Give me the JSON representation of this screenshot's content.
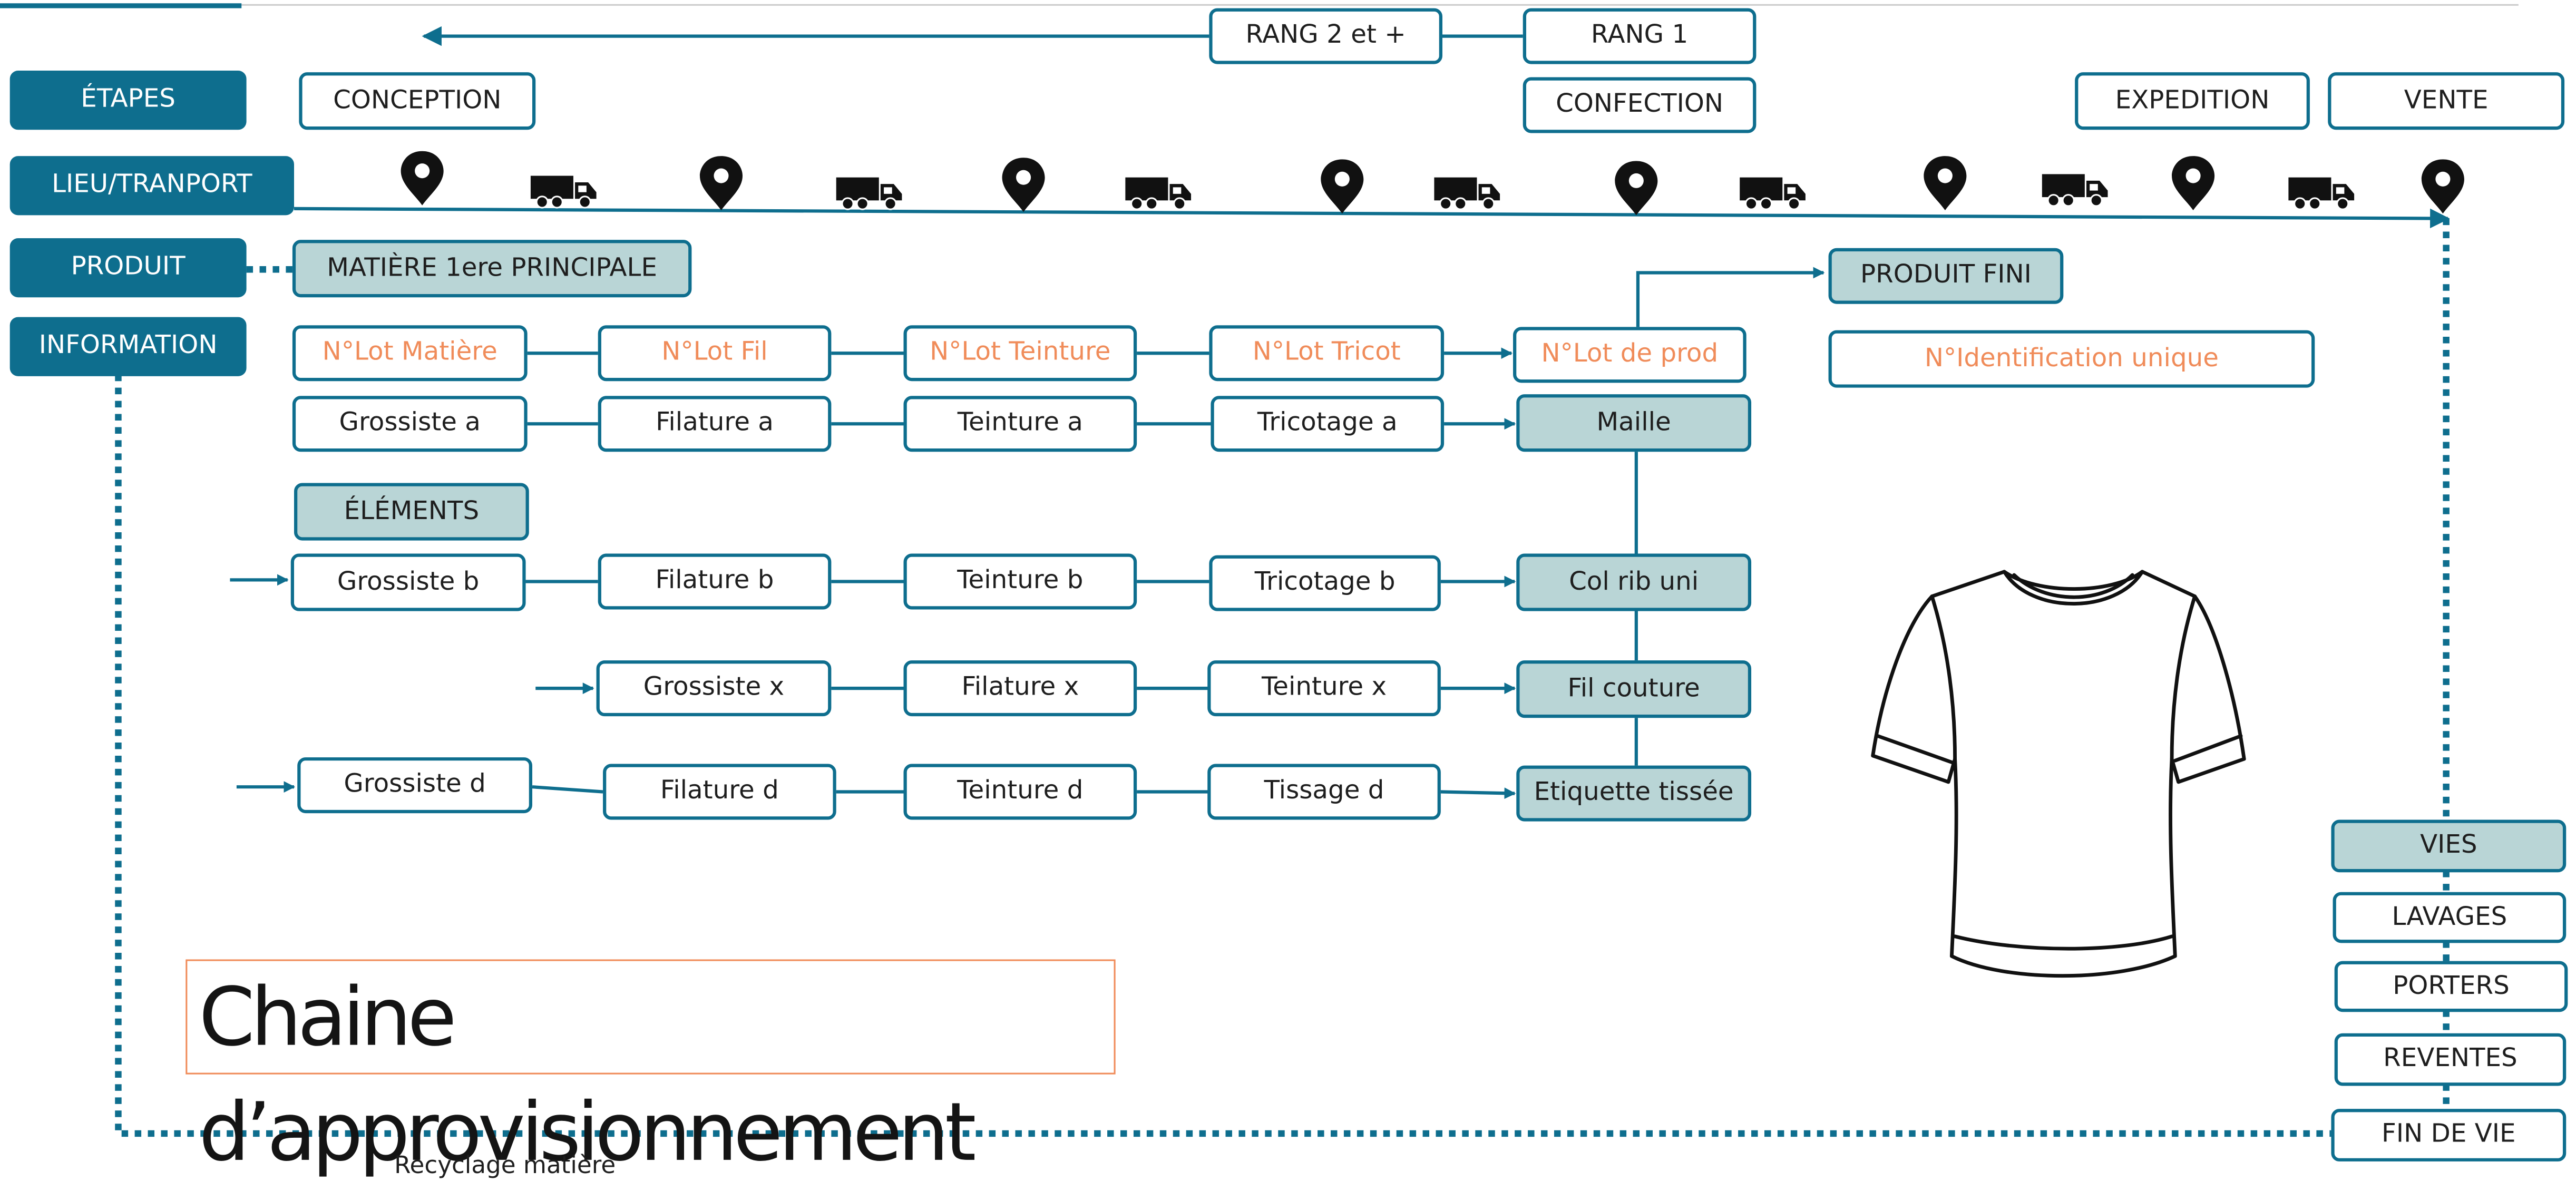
{
  "colors": {
    "accent": "#0e6e8e",
    "teal_fill": "#b9d5d6",
    "orange_text": "#f08c5a",
    "dark_icon": "#111111"
  },
  "header": {
    "rang2": "RANG 2 et +",
    "rang1": "RANG 1"
  },
  "stages": {
    "conception": "CONCEPTION",
    "confection": "CONFECTION",
    "expedition": "EXPEDITION",
    "vente": "VENTE"
  },
  "row_labels": {
    "etapes": "ÉTAPES",
    "lieu_transport": "LIEU/TRANPORT",
    "produit": "PRODUIT",
    "information": "INFORMATION"
  },
  "transport_icons": [
    "location-pin",
    "truck"
  ],
  "materials": {
    "main": "MATIÈRE  1ere PRINCIPALE",
    "elements": "ÉLÉMENTS",
    "finished_product": "PRODUIT FINI"
  },
  "lots": [
    "N°Lot Matière",
    "N°Lot Fil",
    "N°Lot Teinture",
    "N°Lot Tricot",
    "N°Lot de prod"
  ],
  "identification": "N°Identification  unique",
  "chains": [
    {
      "steps": [
        "Grossiste a",
        "Filature a",
        "Teinture a",
        "Tricotage a"
      ],
      "output": "Maille"
    },
    {
      "steps": [
        "Grossiste b",
        "Filature b",
        "Teinture b",
        "Tricotage b"
      ],
      "output": "Col rib uni"
    },
    {
      "steps": [
        "Grossiste x",
        "Filature x",
        "Teinture x"
      ],
      "output": "Fil couture"
    },
    {
      "steps": [
        "Grossiste d",
        "Filature d",
        "Teinture d",
        "Tissage d"
      ],
      "output": "Etiquette tissée"
    }
  ],
  "lifecycle": [
    "VIES",
    "LAVAGES",
    "PORTERS",
    "REVENTES",
    "FIN DE VIE"
  ],
  "title": "Chaine d’approvisionnement",
  "recycling": "Recyclage matière",
  "illustration": "t-shirt-icon"
}
